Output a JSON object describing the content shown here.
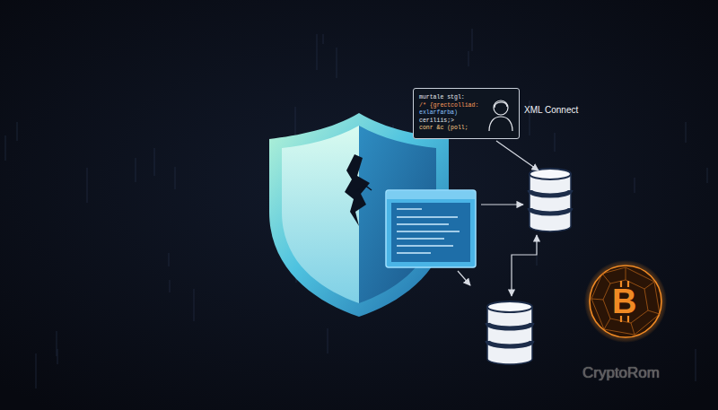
{
  "diagram": {
    "nodes": [
      {
        "text": [
          "murtale stgl:",
          "/* {grectcolliad:",
          "exlarfarba)",
          "ceriliis;>",
          "conr &c (poll;",
          "XML Connect"
        ]
      }
    ],
    "labels": [
      "B",
      "CryptoRom"
    ]
  }
}
